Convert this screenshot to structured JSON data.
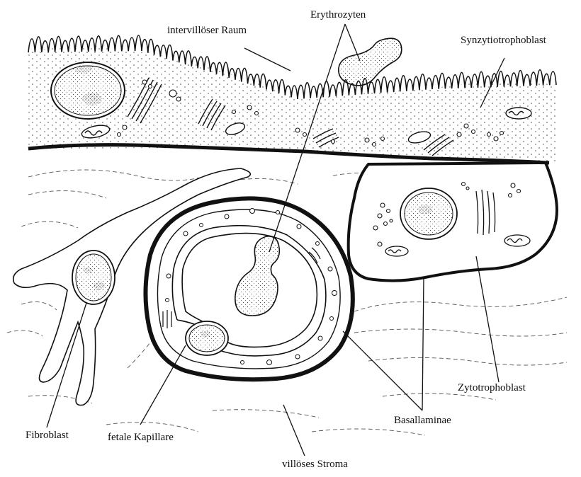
{
  "diagram": {
    "labels": {
      "intervillous_space": "intervillöser Raum",
      "erythrocytes": "Erythrozyten",
      "syncytiotrophoblast": "Synzytiotrophoblast",
      "fibroblast": "Fibroblast",
      "fetal_capillary": "fetale Kapillare",
      "basal_laminae": "Basallaminae",
      "cytotrophoblast": "Zytotrophoblast",
      "villous_stroma": "villöses Stroma"
    },
    "colors": {
      "ink": "#111111",
      "background": "#ffffff",
      "cell_fill": "#ffffff",
      "stipple": "#555555"
    }
  }
}
